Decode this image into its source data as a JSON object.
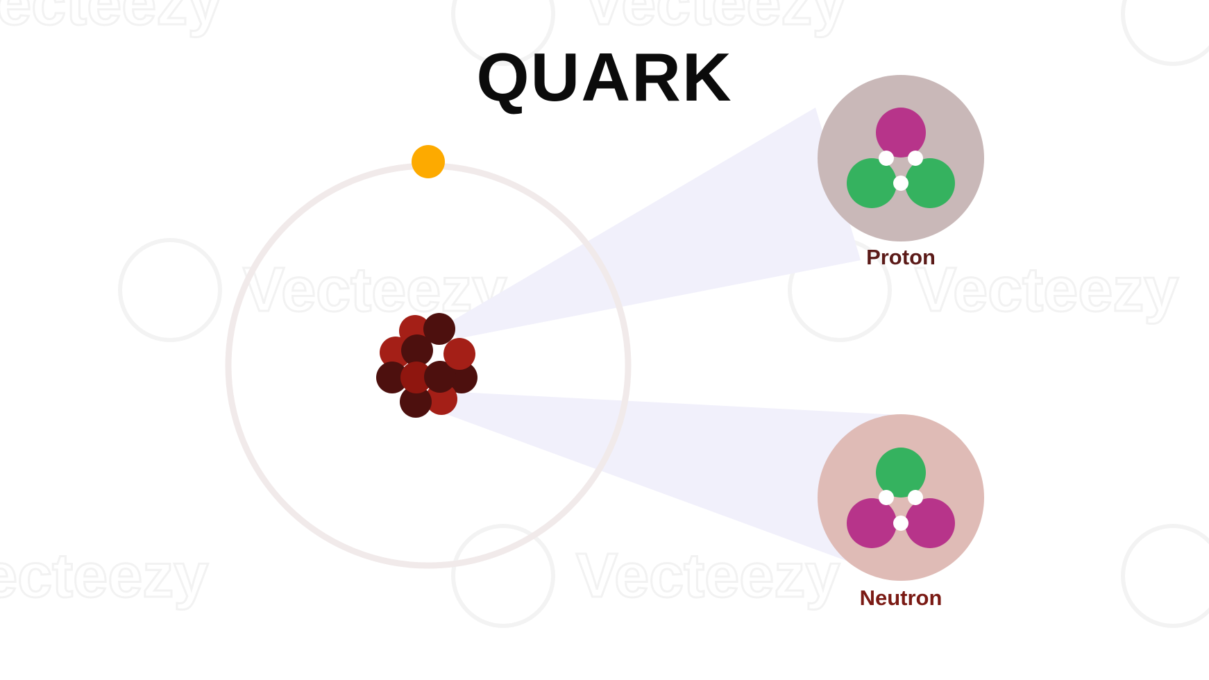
{
  "diagram": {
    "title": "QUARK",
    "proton": {
      "label": "Proton"
    },
    "neutron": {
      "label": "Neutron"
    }
  },
  "watermark": {
    "text": "Vecteezy"
  },
  "colors": {
    "title": "#0b0b0b",
    "electron": "#fdaa00",
    "orbit": "#f1eaea",
    "beam": "#f1f0fb",
    "proton_bg": "#c9b8b8",
    "neutron_bg": "#dfbbb6",
    "up_quark": "#b7348a",
    "down_quark": "#35b25f",
    "gluon": "#ffffff",
    "nucleon_red": "#a41f17",
    "nucleon_dark": "#4d100e",
    "proton_label": "#5b1a18",
    "neutron_label": "#7a1a14"
  }
}
